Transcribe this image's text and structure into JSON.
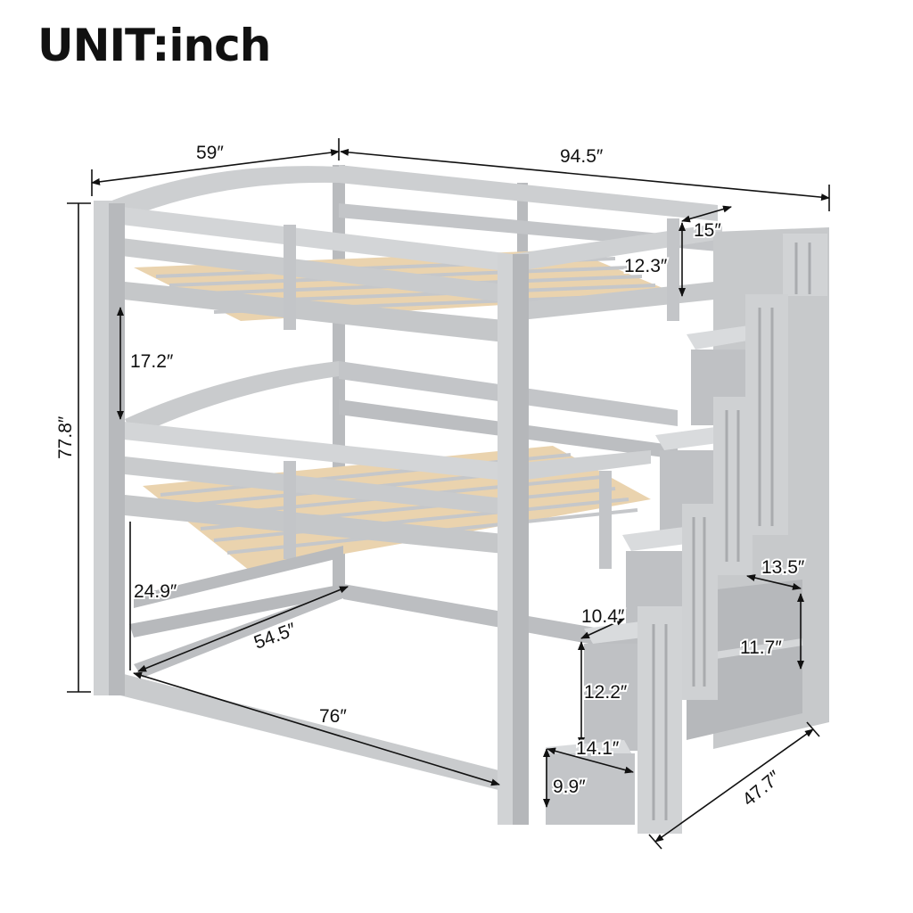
{
  "title": "UNIT:inch",
  "colors": {
    "frame": "#c9cbcd",
    "frame_dark": "#a9abae",
    "frame_shadow": "#8d8f92",
    "slat": "#ead3ae",
    "slat_dark": "#d8bd92",
    "dim_line": "#111111",
    "background": "#ffffff"
  },
  "dimensions": {
    "overall_width": "59″",
    "overall_length": "94.5″",
    "overall_height": "77.8″",
    "guardrail_top_height": "12.3″",
    "rail_depth": "15″",
    "bunk_clearance": "17.2″",
    "bottom_clearance": "24.9″",
    "inner_width": "54.5″",
    "inner_length": "76″",
    "stair_step_depth": "10.4″",
    "stair_step_height": "12.2″",
    "stair_width": "13.5″",
    "shelf_height": "11.7″",
    "bottom_step_width": "14.1″",
    "bottom_step_height": "9.9″",
    "stair_total_depth": "47.7″"
  }
}
